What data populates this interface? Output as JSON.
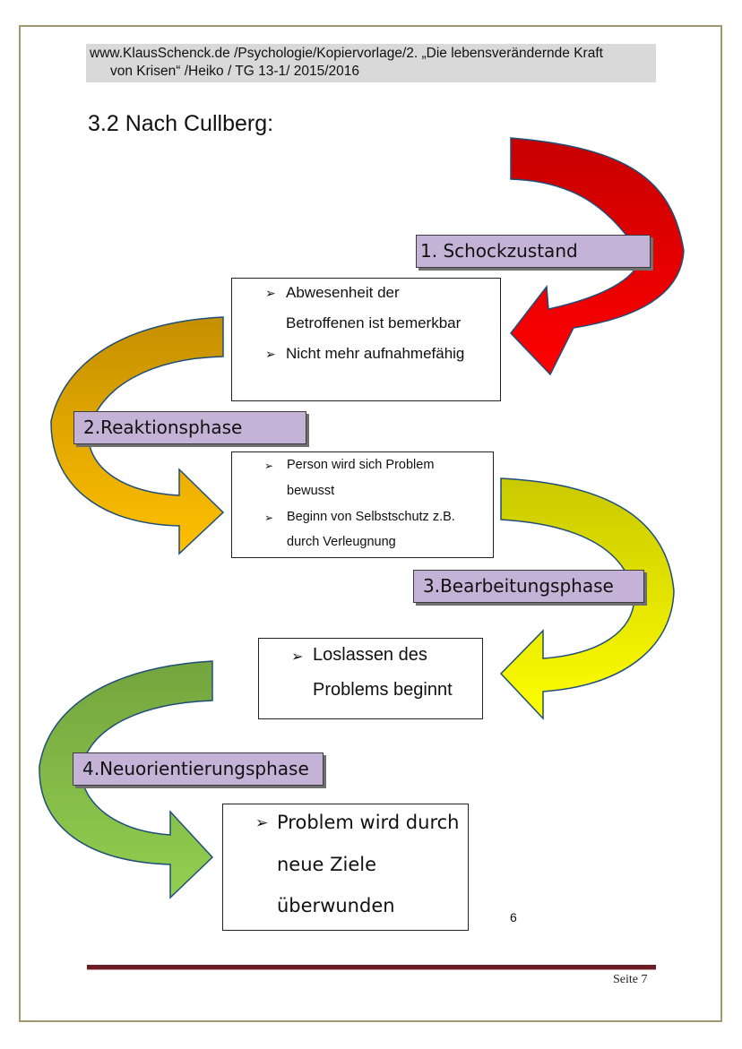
{
  "header": {
    "line1": "www.KlausSchenck.de /Psychologie/Kopiervorlage/2.  „Die lebensverändernde Kraft",
    "line2": "von Krisen“ /Heiko / TG 13-1/ 2015/2016"
  },
  "section_title": "3.2 Nach Cullberg:",
  "bullet_symbol": "➢",
  "phases": [
    {
      "label": "1. Schockzustand",
      "color_top": "#c70000",
      "color_bottom": "#ff0000",
      "bullets": [
        "Abwesenheit der",
        "Betroffenen ist bemerkbar",
        "Nicht mehr aufnahmefähig"
      ]
    },
    {
      "label": "2.Reaktionsphase",
      "color_top": "#c58f00",
      "color_bottom": "#ffc000",
      "bullets": [
        "Person wird sich Problem",
        "bewusst",
        "Beginn von Selbstschutz z.B.",
        "durch Verleugnung"
      ]
    },
    {
      "label": "3.Bearbeitungsphase",
      "color_top": "#c9c900",
      "color_bottom": "#ffff00",
      "bullets": [
        "Loslassen des",
        "Problems beginnt"
      ]
    },
    {
      "label": "4.Neuorientierungsphase",
      "color_top": "#74a43e",
      "color_bottom": "#92d050",
      "bullets": [
        "Problem wird durch",
        "neue Ziele",
        "überwunden"
      ]
    }
  ],
  "label_fill": "#c4b3d6",
  "page_number": "6",
  "footer": {
    "page_label": "Seite 7"
  }
}
